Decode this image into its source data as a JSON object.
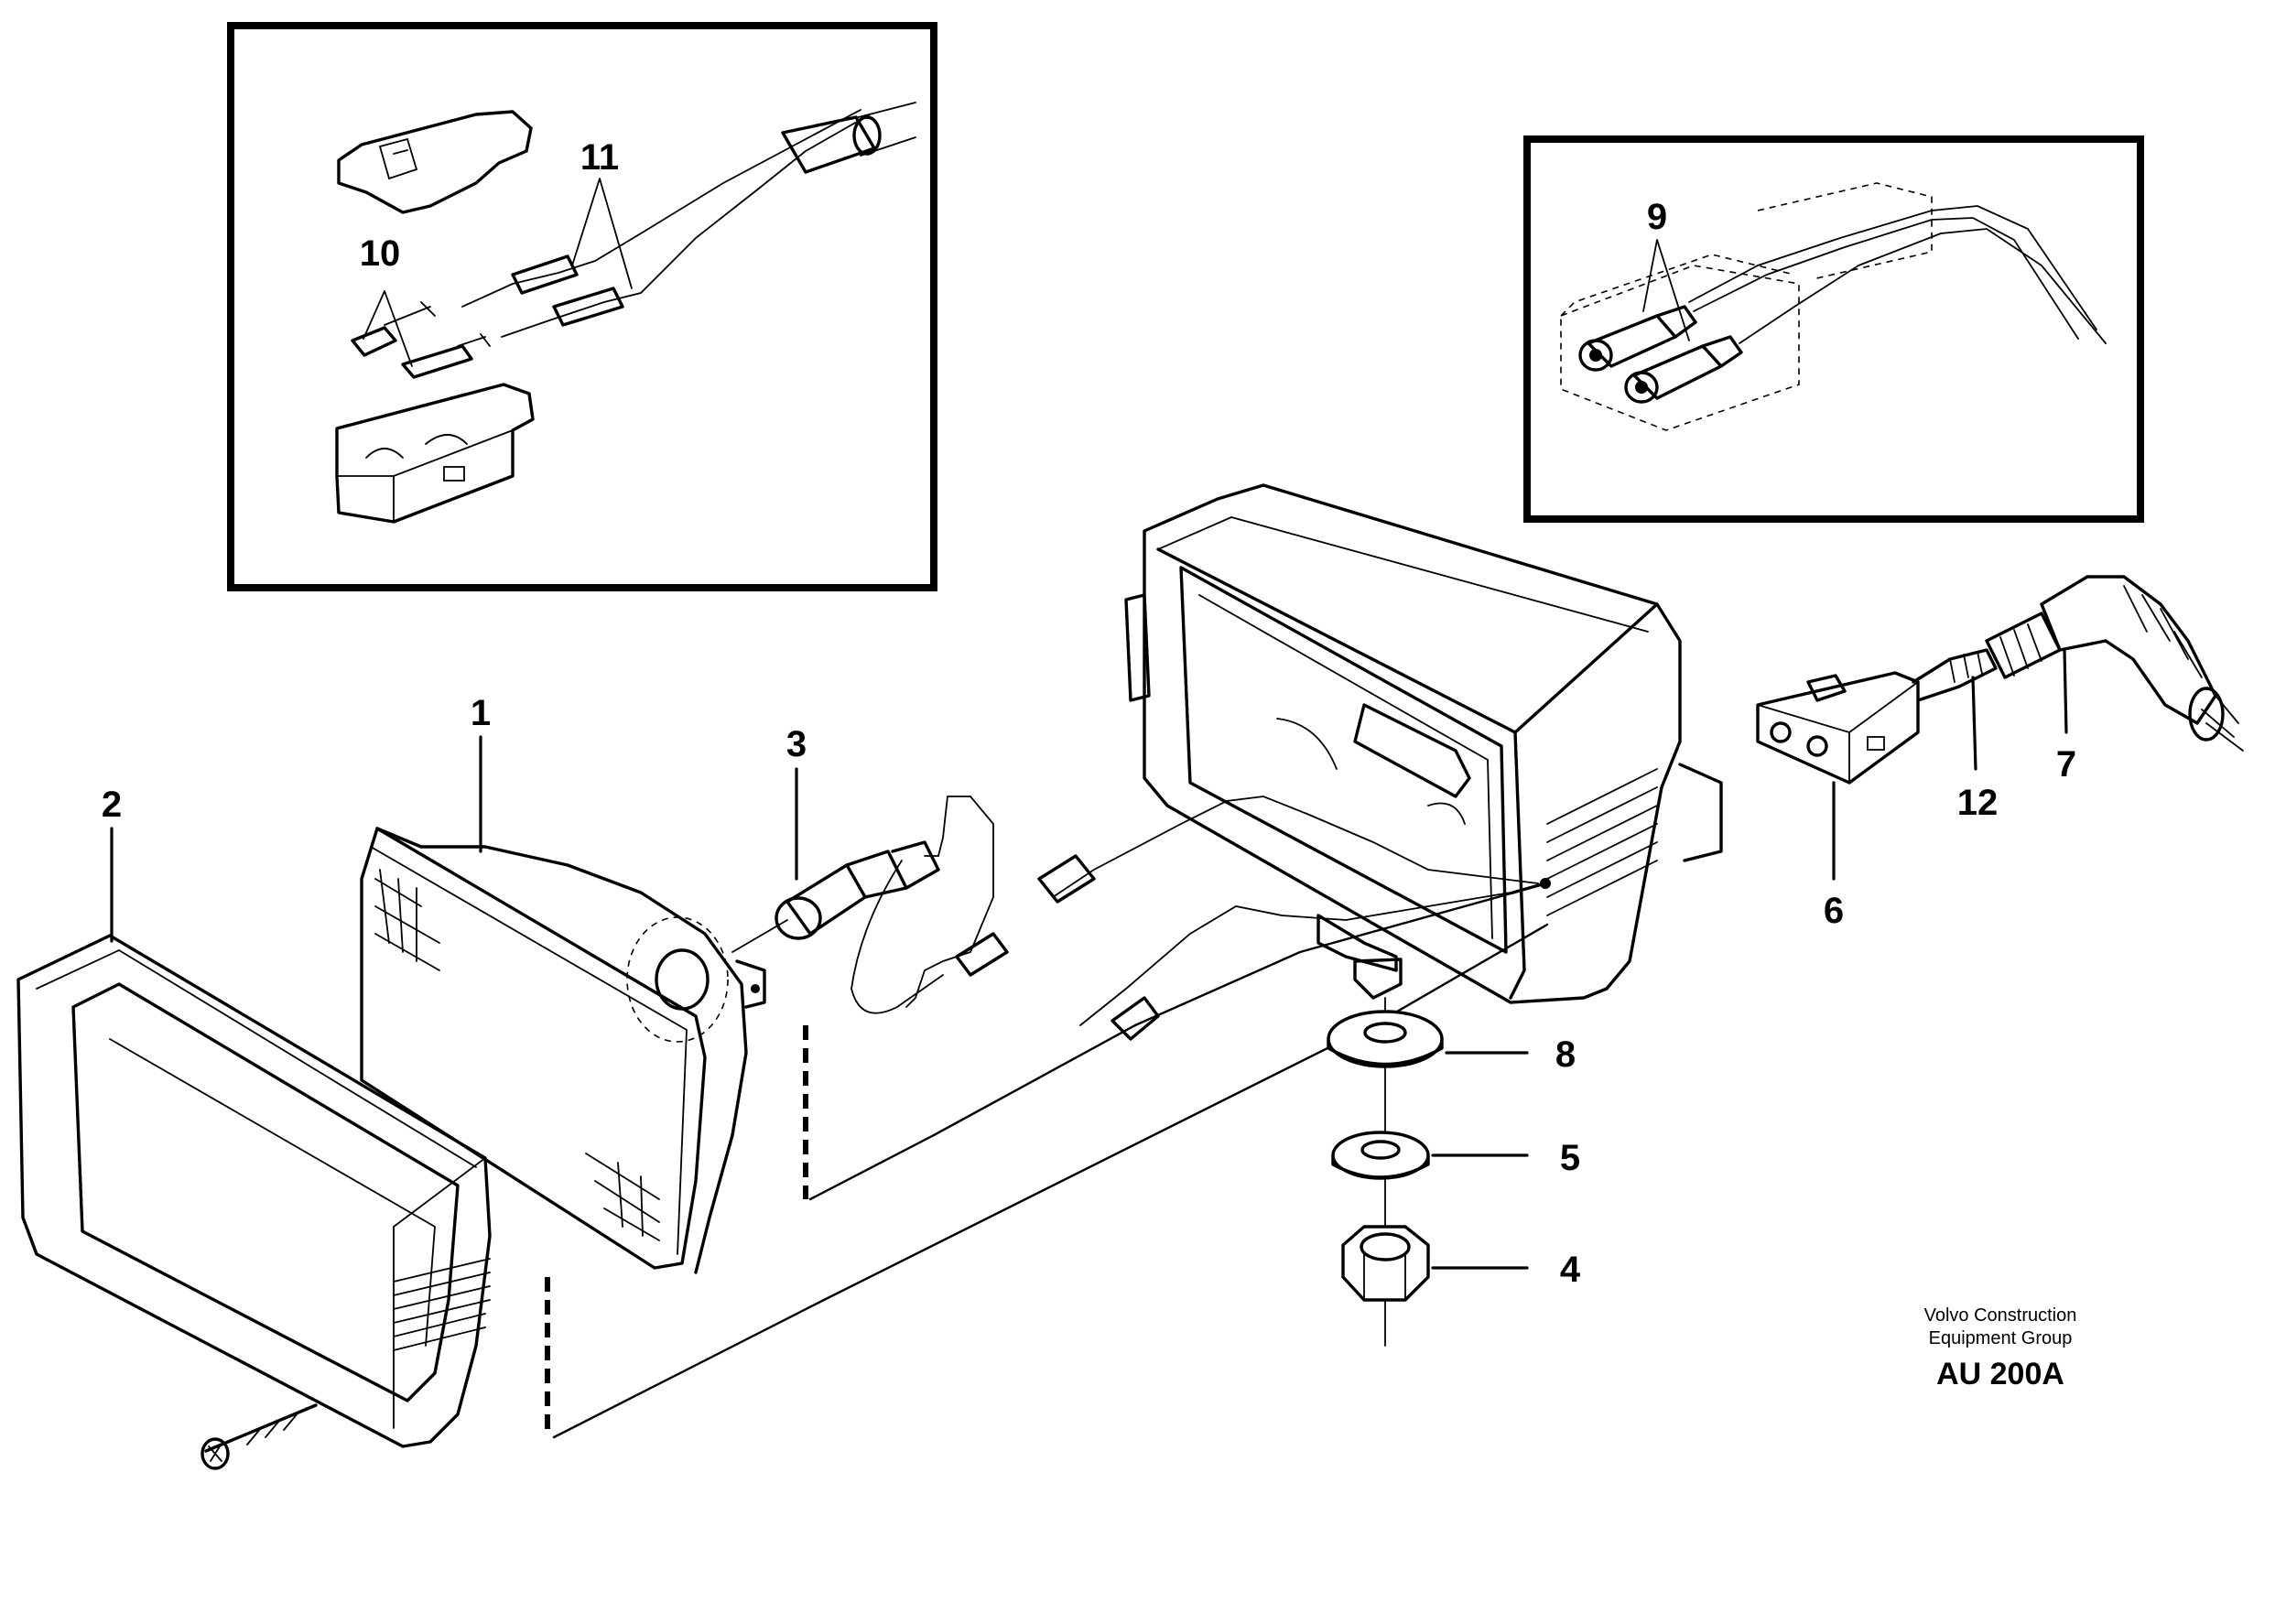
{
  "labels": {
    "p1": "1",
    "p2": "2",
    "p3": "3",
    "p4": "4",
    "p5": "5",
    "p6": "6",
    "p7": "7",
    "p8": "8",
    "p9": "9",
    "p10": "10",
    "p11": "11",
    "p12": "12"
  },
  "caption": {
    "line1": "Volvo Construction",
    "line2": "Equipment Group",
    "code": "AU 200A"
  }
}
